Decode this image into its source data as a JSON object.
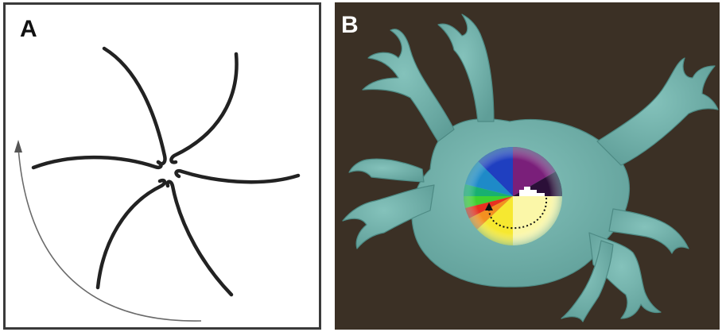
{
  "panels": {
    "a": {
      "label": "A"
    },
    "b": {
      "label": "B"
    }
  },
  "colors": {
    "panel_b_background": "#3b3025",
    "atrium_surface": "#76b4ae",
    "spiral_arms": "#222222",
    "rotation_arrow": "#6a6a6a"
  },
  "icons": [
    "rotor-spiral-diagram",
    "rotation-arrow",
    "left-atrium-model",
    "phase-color-wheel",
    "dotted-rotation-arrow"
  ]
}
